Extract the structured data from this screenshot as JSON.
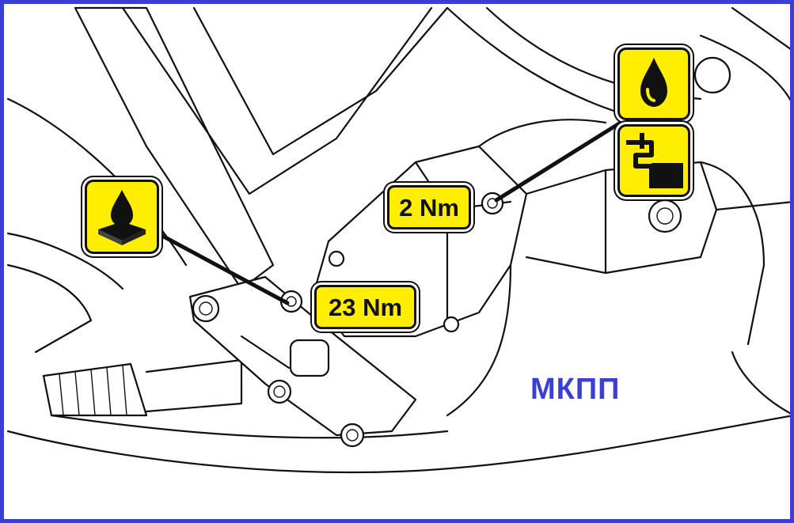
{
  "torque_labels": {
    "upper_bolt": "2 Nm",
    "lower_bolt": "23 Nm"
  },
  "icons": {
    "sealant_left": "sealant-icon",
    "oil_drop": "oil-drop-icon",
    "fill_level": "fill-level-icon"
  },
  "caption": "МКПП",
  "colors": {
    "frame": "#3b3fd6",
    "label_fill": "#ffee00",
    "caption": "#3b3fd6"
  }
}
